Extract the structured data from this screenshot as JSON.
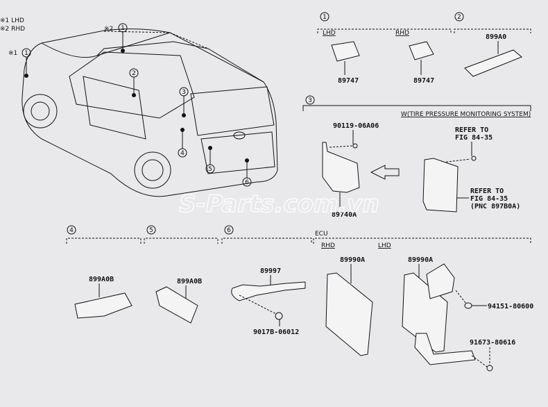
{
  "legend": {
    "lhd": "※1 LHD",
    "rhd": "※2 RHD"
  },
  "car_callouts": {
    "note1": "※1",
    "note2": "※2",
    "c1": "1",
    "c2": "2",
    "c3": "3",
    "c4": "4",
    "c5": "5",
    "c6": "6"
  },
  "sections": [
    {
      "num": "1",
      "sub": {
        "lhd": "LHD",
        "rhd": "RHD"
      },
      "parts": [
        "89747",
        "89747"
      ]
    },
    {
      "num": "2",
      "parts": [
        "899A0"
      ]
    },
    {
      "num": "3",
      "title": "W(TIRE PRESSURE MONITORING SYSTEM)",
      "parts": [
        "90119-06A06",
        "89740A"
      ],
      "refer1": [
        "REFER TO",
        "FIG 84-35"
      ],
      "refer2": [
        "REFER TO",
        "FIG 84-35",
        "(PNC 897B0A)"
      ]
    },
    {
      "num": "4",
      "parts": [
        "899A0B"
      ]
    },
    {
      "num": "5",
      "parts": [
        "899A0B"
      ]
    },
    {
      "num": "6",
      "parts": [
        "89997",
        "9017B-06012"
      ]
    },
    {
      "title": "ECU",
      "sub": {
        "rhd": "RHD",
        "lhd": "LHD"
      },
      "parts": [
        "89990A",
        "89990A",
        "94151-80600",
        "91673-80616"
      ]
    }
  ],
  "watermark": "S-Parts.com.vn"
}
